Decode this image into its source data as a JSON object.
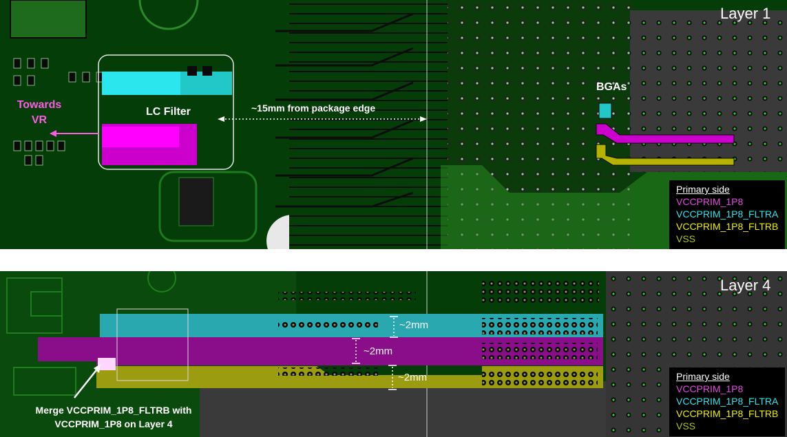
{
  "layer1": {
    "label": "Layer 1",
    "towards": "Towards",
    "vr": "VR",
    "lc_filter": "LC Filter",
    "distance": "~15mm from package edge",
    "bgas": "BGAs"
  },
  "layer4": {
    "label": "Layer 4",
    "dim1": "~2mm",
    "dim2": "~2mm",
    "dim3": "~2mm",
    "note_line1": "Merge VCCPRIM_1P8_FLTRB with",
    "note_line2": "VCCPRIM_1P8 on Layer 4"
  },
  "legend": {
    "title": "Primary side",
    "items": [
      {
        "label": "VCCPRIM_1P8",
        "color": "#e24be0"
      },
      {
        "label": "VCCPRIM_1P8_FLTRA",
        "color": "#2ce6ee"
      },
      {
        "label": "VCCPRIM_1P8_FLTRB",
        "color": "#f0f000"
      },
      {
        "label": "VSS",
        "color": "#a8c820"
      }
    ]
  },
  "colors": {
    "board": "#043d08",
    "trace": "#1d7a1d",
    "copper_pour": "#2a8c22",
    "vss_area": "#3c3c3c",
    "magenta": "#cc00cc",
    "cyan": "#22c8c8",
    "yellow": "#b4b400"
  }
}
